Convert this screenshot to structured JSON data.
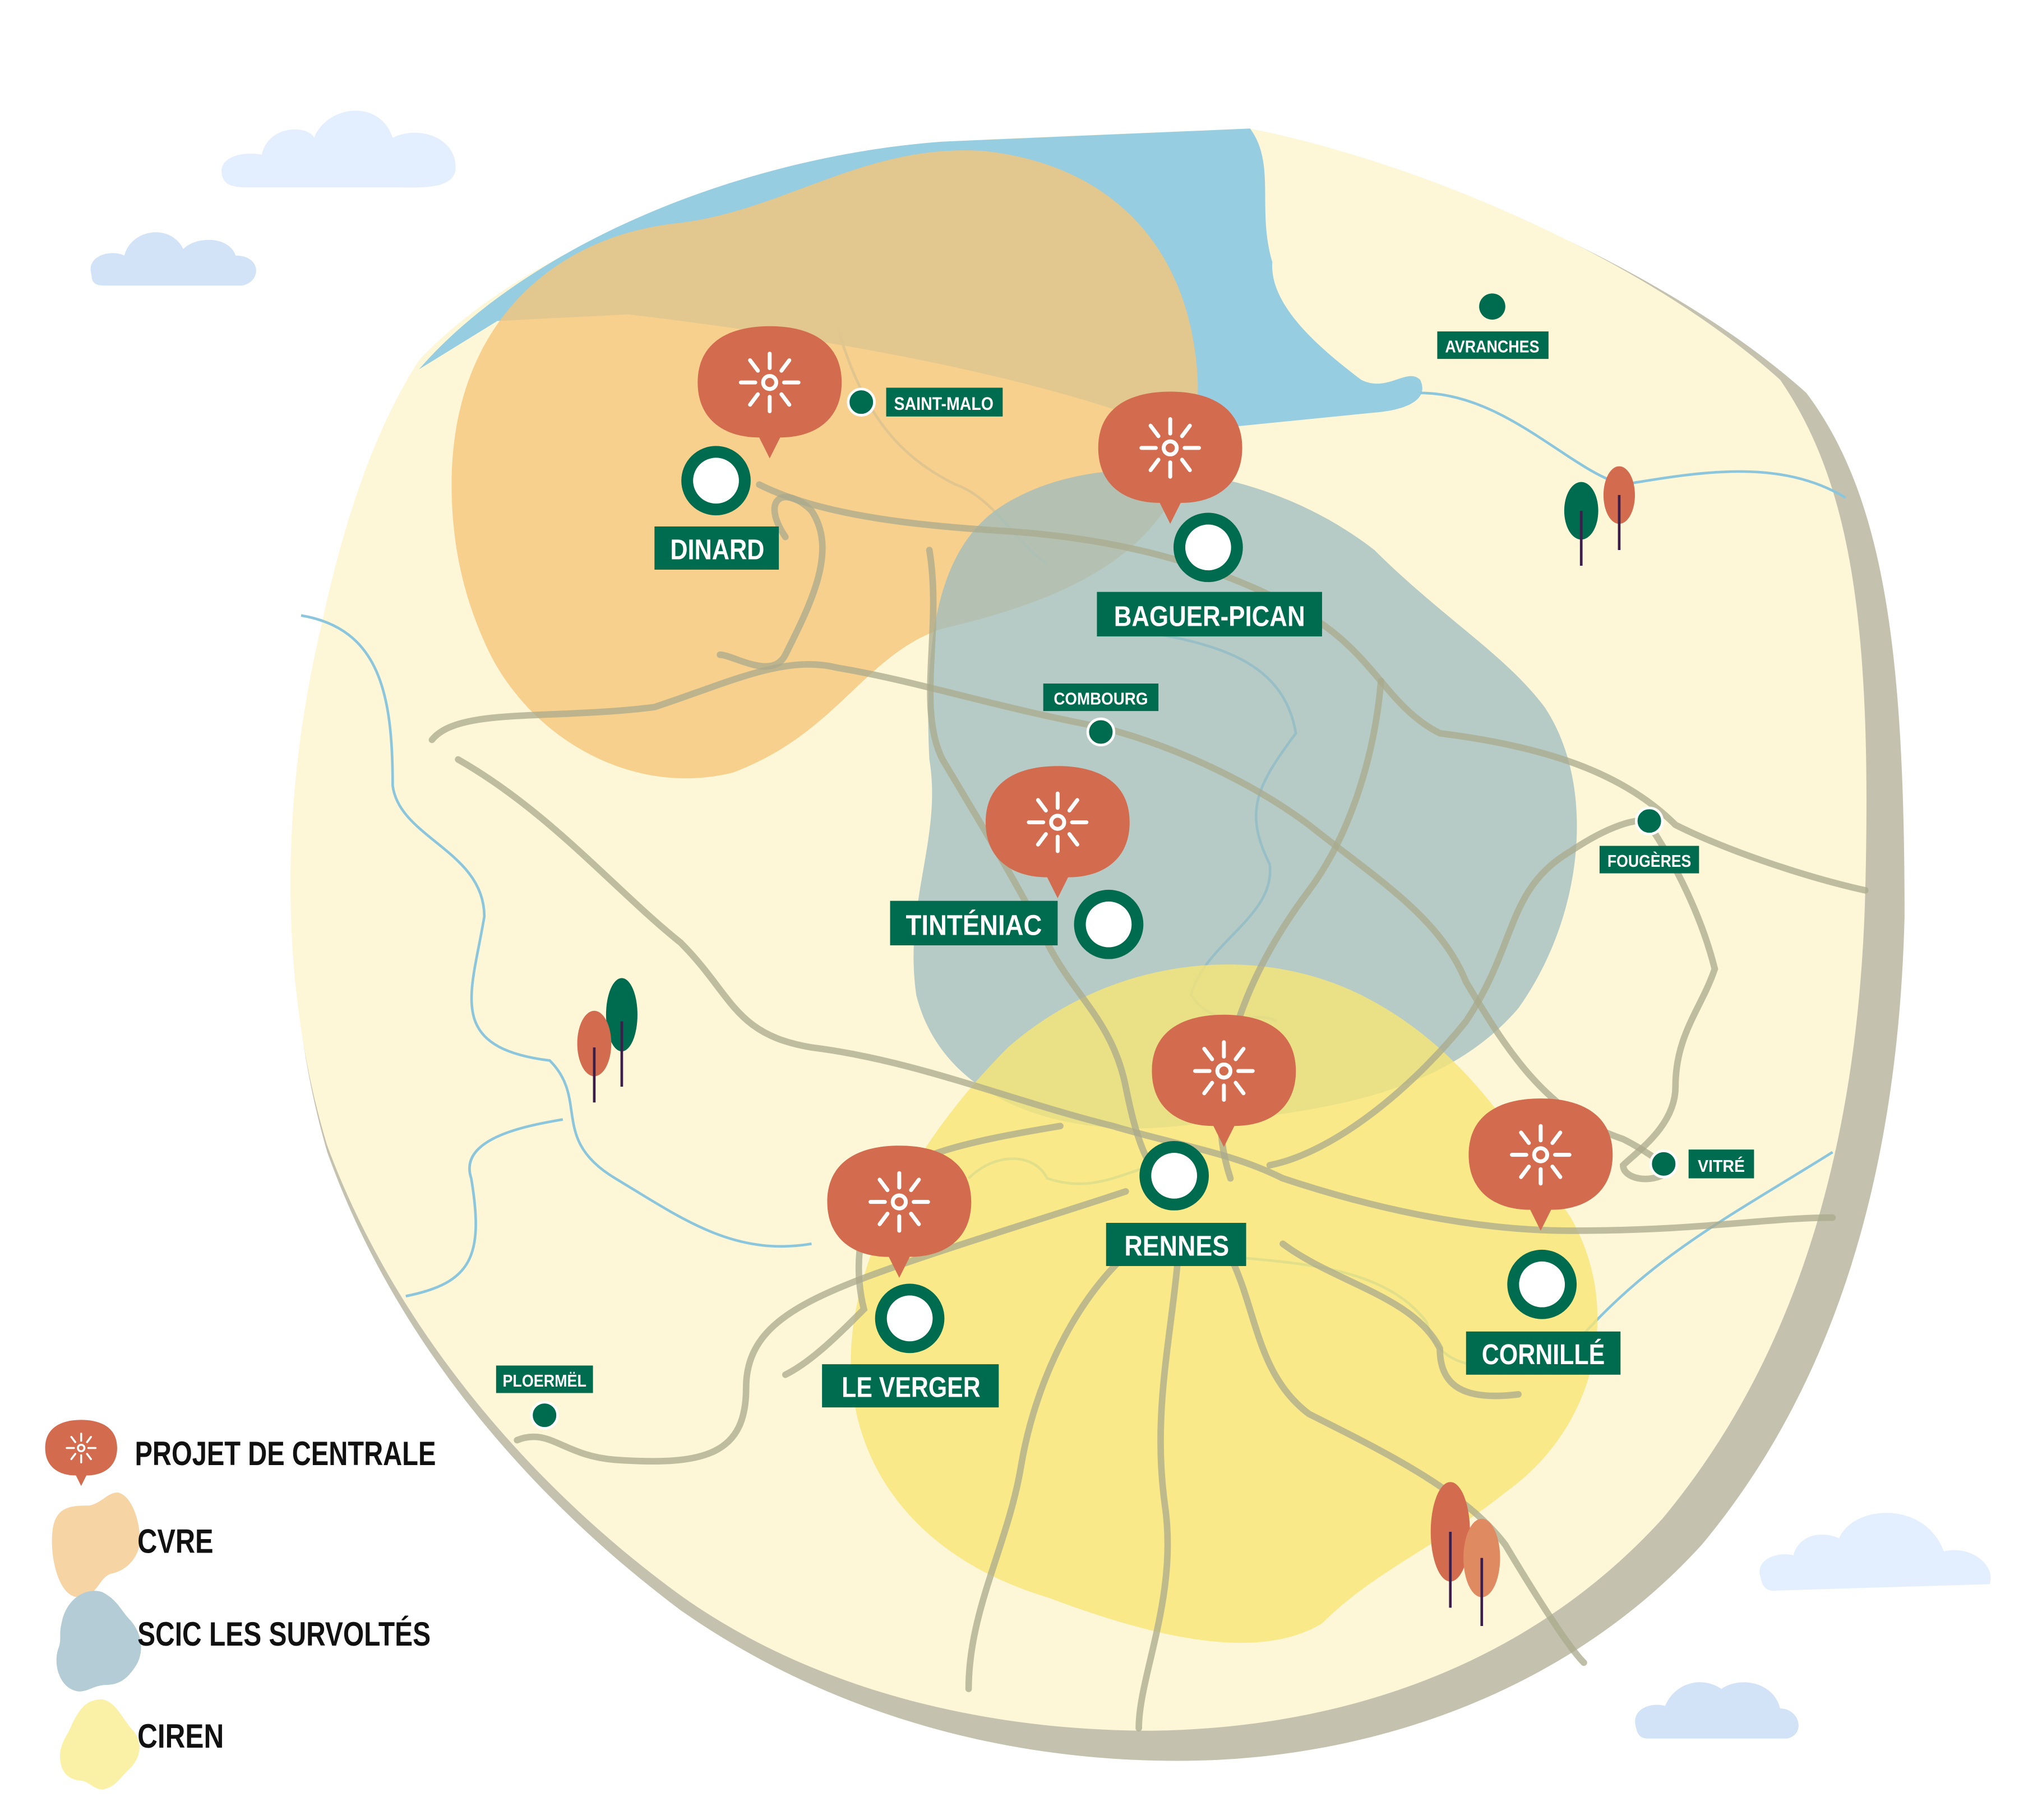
{
  "colors": {
    "land": "#fdf7d8",
    "border": "#c4c2af",
    "sea": "#97cde0",
    "cvre": "#f7cf8c",
    "scic": "#a7c3c2",
    "ciren": "#faea87",
    "marker": "#d36b4f",
    "green": "#006c4f"
  },
  "projects": [
    {
      "name": "DINARD"
    },
    {
      "name": "BAGUER-PICAN"
    },
    {
      "name": "TINTÉNIAC"
    },
    {
      "name": "RENNES"
    },
    {
      "name": "LE VERGER"
    },
    {
      "name": "CORNILLÉ"
    }
  ],
  "towns": [
    {
      "name": "SAINT-MALO"
    },
    {
      "name": "AVRANCHES"
    },
    {
      "name": "COMBOURG"
    },
    {
      "name": "FOUGÈRES"
    },
    {
      "name": "VITRÉ"
    },
    {
      "name": "PLOERMËL"
    }
  ],
  "legend": [
    {
      "label": "PROJET DE CENTRALE",
      "icon": "sun-marker-icon"
    },
    {
      "label": "CVRE",
      "color": "#f7cf8c"
    },
    {
      "label": "SCIC LES SURVOLTÉS",
      "color": "#b3ccd6"
    },
    {
      "label": "CIREN",
      "color": "#fbf1a6"
    }
  ]
}
